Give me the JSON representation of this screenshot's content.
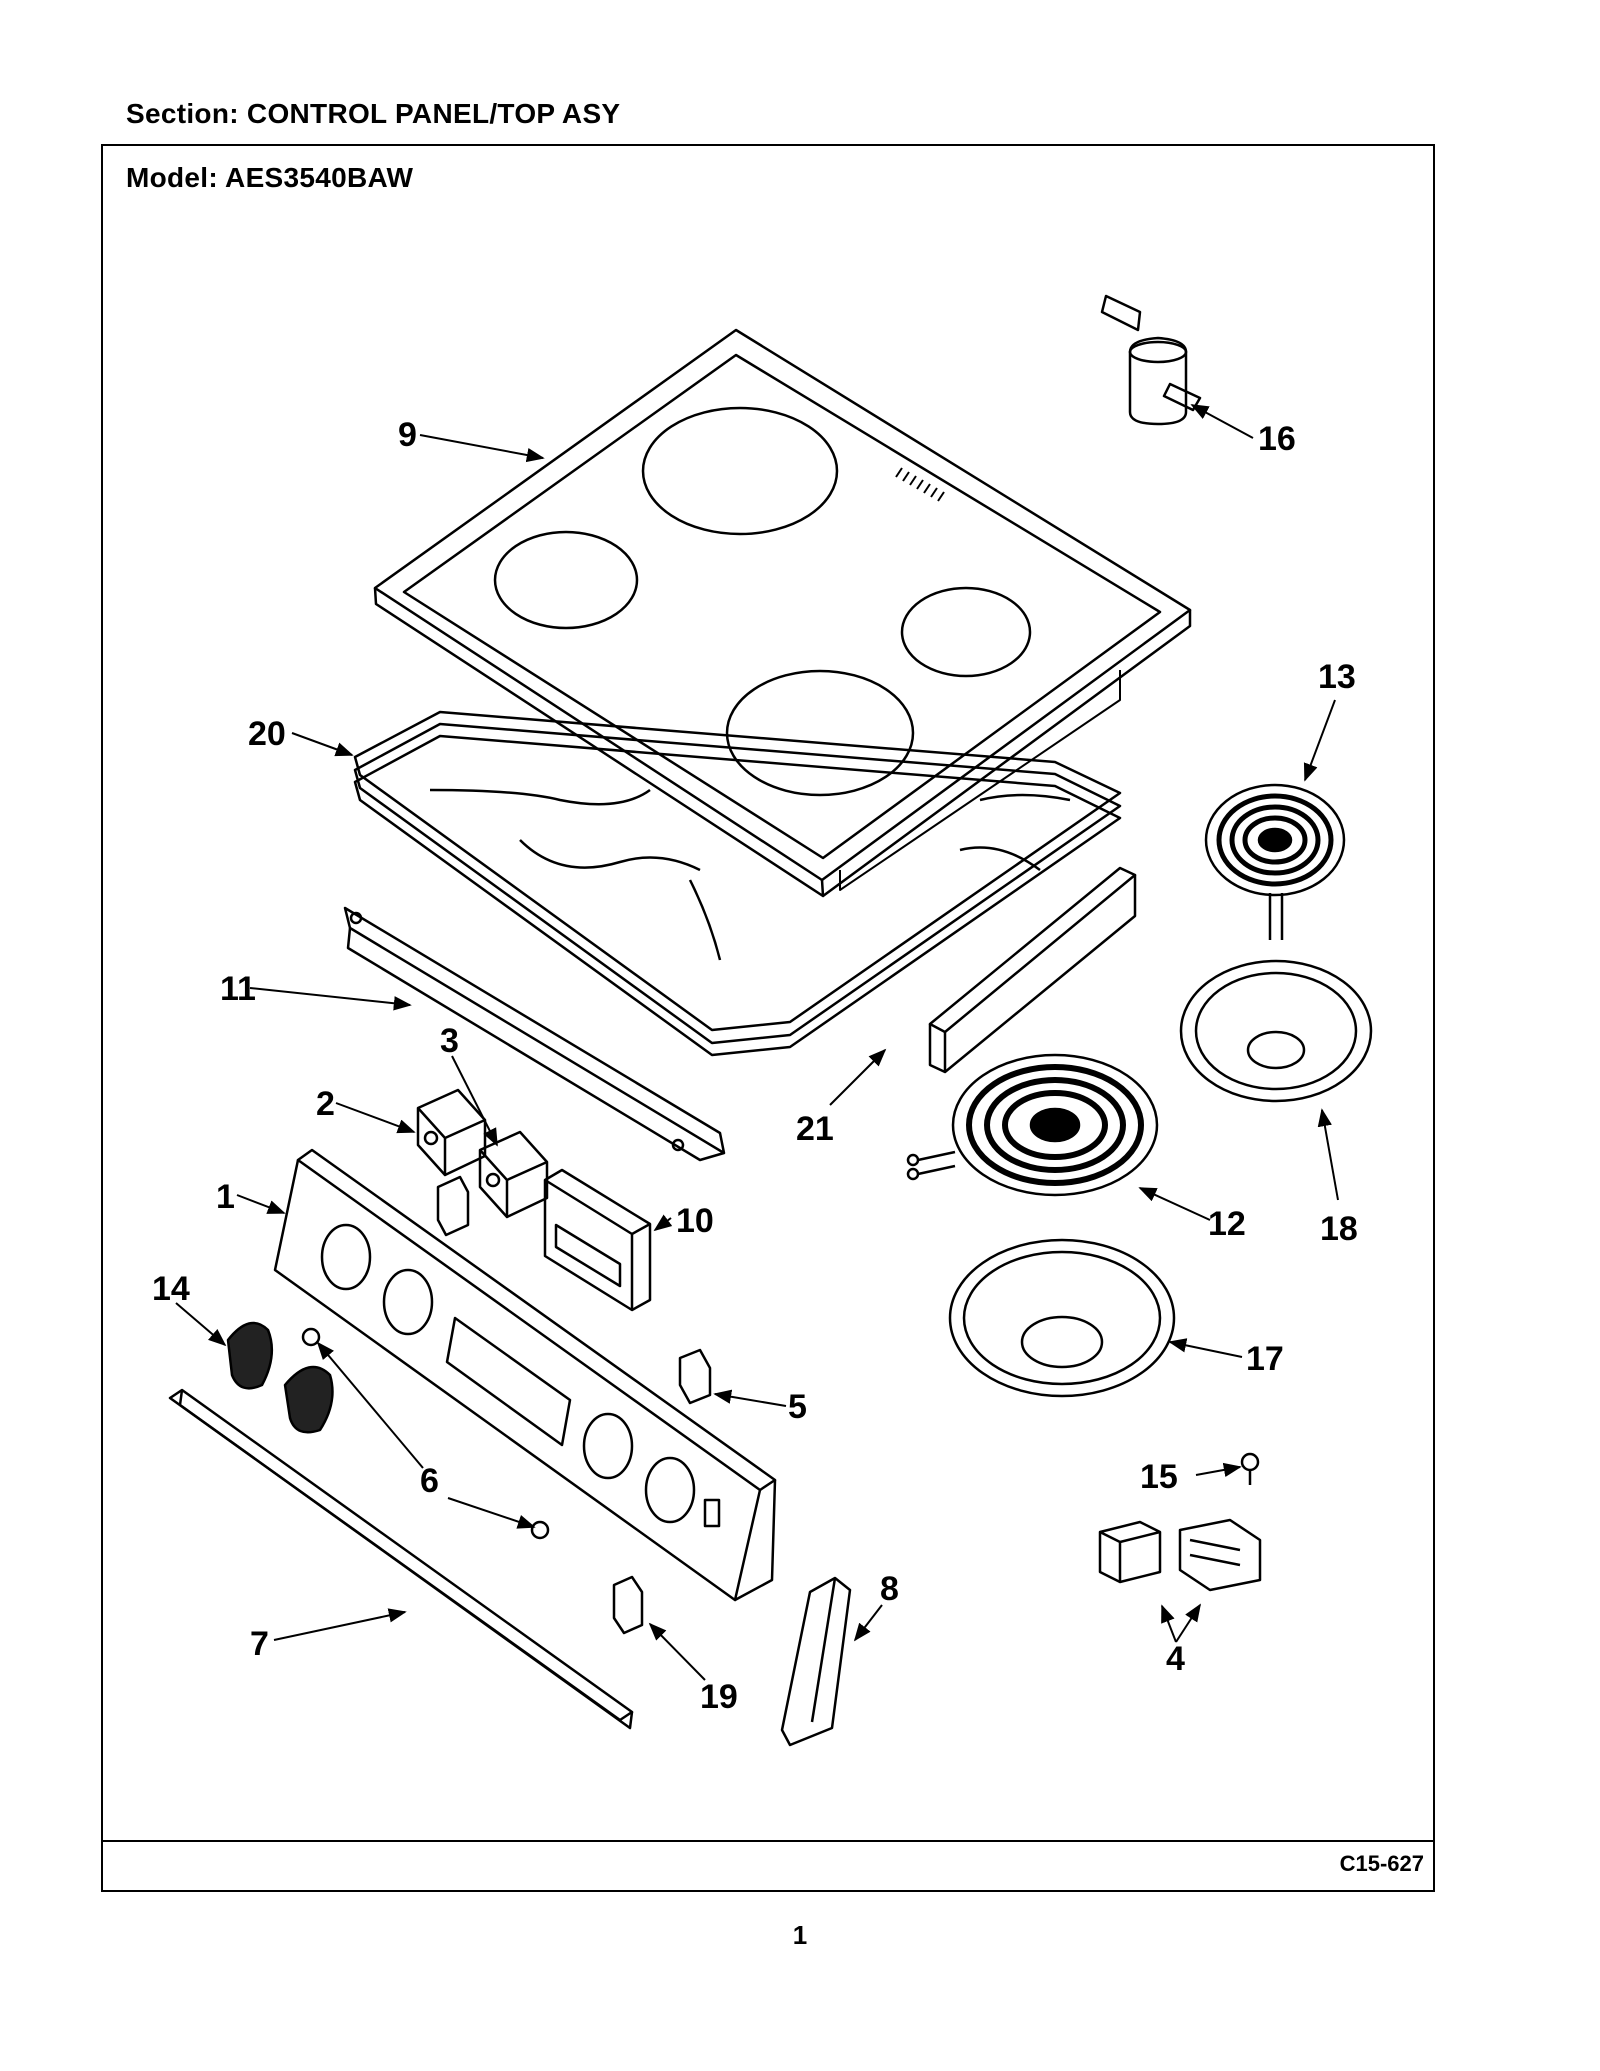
{
  "header": {
    "section_label": "Section:  CONTROL PANEL/TOP ASY",
    "model_label": "Model:  AES3540BAW"
  },
  "footer": {
    "diagram_code": "C15-627",
    "page_number": "1"
  },
  "callouts": [
    "9",
    "16",
    "13",
    "20",
    "11",
    "3",
    "2",
    "21",
    "12",
    "18",
    "1",
    "10",
    "14",
    "17",
    "5",
    "6",
    "15",
    "7",
    "19",
    "8",
    "4"
  ],
  "colors": {
    "ink": "#000000",
    "paper": "#ffffff"
  }
}
